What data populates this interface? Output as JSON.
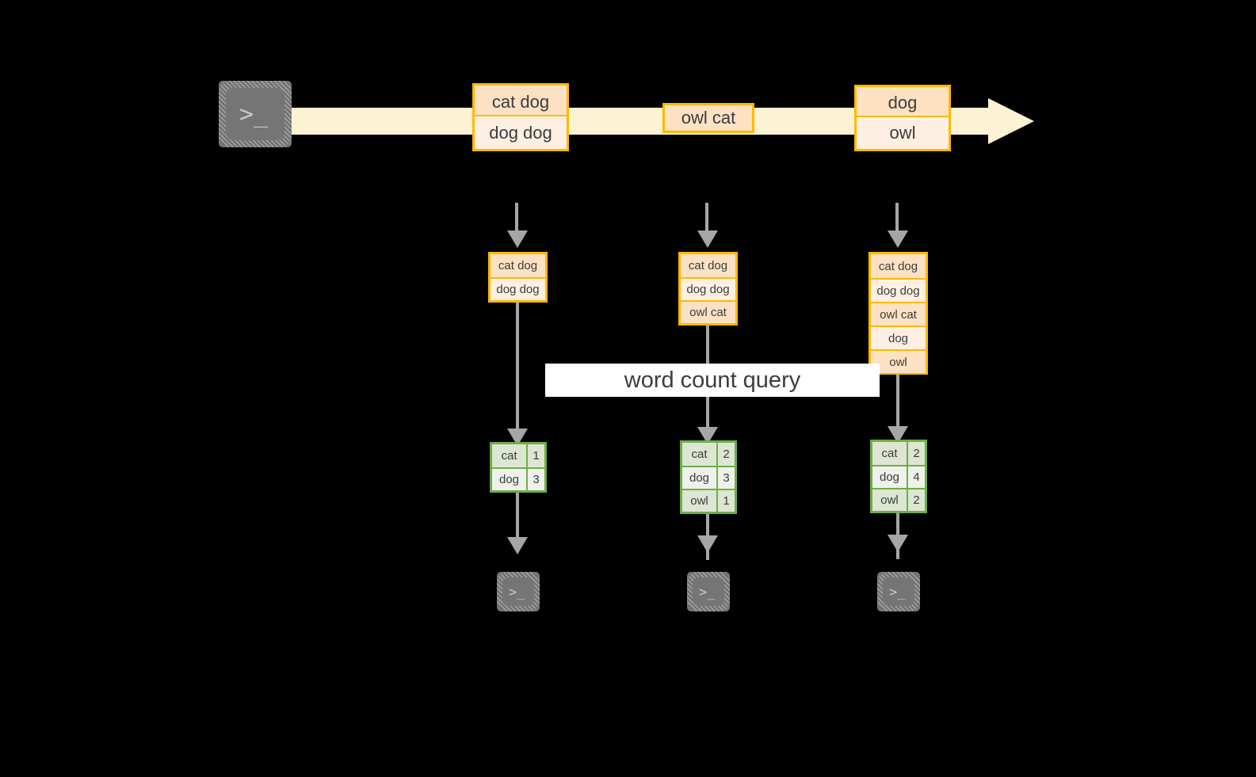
{
  "diagram": {
    "title": "word count query",
    "colors": {
      "background": "#000000",
      "event_border": "#ffb900",
      "event_fill_dark": "#fce1c3",
      "event_fill_light": "#fdf0e3",
      "stream_arrow": "#fdf2d4",
      "result_border": "#70ad47",
      "result_fill_dark": "#dce6d2",
      "result_fill_light": "#eef2ea",
      "connector": "#a6a6a6",
      "terminal_fill": "#757575",
      "banner_fill": "#ffffff",
      "text": "#3c3c3c"
    }
  },
  "source": {
    "terminal_glyph": ">_",
    "icon_name": "terminal-icon"
  },
  "stream": {
    "events": [
      {
        "id": "event-group-1",
        "lines": [
          {
            "text": "cat dog",
            "shade": "dark"
          },
          {
            "text": "dog dog",
            "shade": "light"
          }
        ]
      },
      {
        "id": "event-group-2",
        "lines": [
          {
            "text": "owl cat",
            "shade": "dark"
          }
        ]
      },
      {
        "id": "event-group-3",
        "lines": [
          {
            "text": "dog",
            "shade": "dark"
          },
          {
            "text": "owl",
            "shade": "light"
          }
        ]
      }
    ]
  },
  "columns": [
    {
      "id": "column-1",
      "buffer": [
        {
          "text": "cat dog",
          "shade": "dark"
        },
        {
          "text": "dog dog",
          "shade": "light"
        }
      ],
      "result": {
        "rows": [
          {
            "word": "cat",
            "count": "1",
            "shade": "dark"
          },
          {
            "word": "dog",
            "count": "3",
            "shade": "light"
          }
        ]
      },
      "sink_glyph": ">_"
    },
    {
      "id": "column-2",
      "buffer": [
        {
          "text": "cat dog",
          "shade": "dark"
        },
        {
          "text": "dog dog",
          "shade": "light"
        },
        {
          "text": "owl cat",
          "shade": "dark"
        }
      ],
      "result": {
        "rows": [
          {
            "word": "cat",
            "count": "2",
            "shade": "dark"
          },
          {
            "word": "dog",
            "count": "3",
            "shade": "light"
          },
          {
            "word": "owl",
            "count": "1",
            "shade": "dark"
          }
        ]
      },
      "sink_glyph": ">_"
    },
    {
      "id": "column-3",
      "buffer": [
        {
          "text": "cat dog",
          "shade": "dark"
        },
        {
          "text": "dog dog",
          "shade": "light"
        },
        {
          "text": "owl cat",
          "shade": "dark"
        },
        {
          "text": "dog",
          "shade": "light"
        },
        {
          "text": "owl",
          "shade": "dark"
        }
      ],
      "result": {
        "rows": [
          {
            "word": "cat",
            "count": "2",
            "shade": "dark"
          },
          {
            "word": "dog",
            "count": "4",
            "shade": "light"
          },
          {
            "word": "owl",
            "count": "2",
            "shade": "dark"
          }
        ]
      },
      "sink_glyph": ">_"
    }
  ]
}
